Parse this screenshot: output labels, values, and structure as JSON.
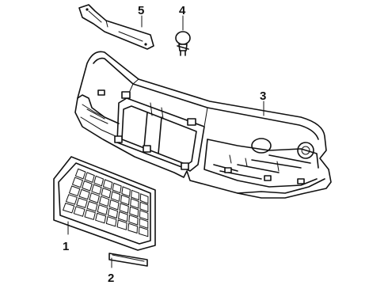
{
  "callouts": [
    {
      "number": "1",
      "part": "grille"
    },
    {
      "number": "2",
      "part": "molding"
    },
    {
      "number": "3",
      "part": "header panel"
    },
    {
      "number": "4",
      "part": "bulb"
    },
    {
      "number": "5",
      "part": "bracket"
    }
  ]
}
